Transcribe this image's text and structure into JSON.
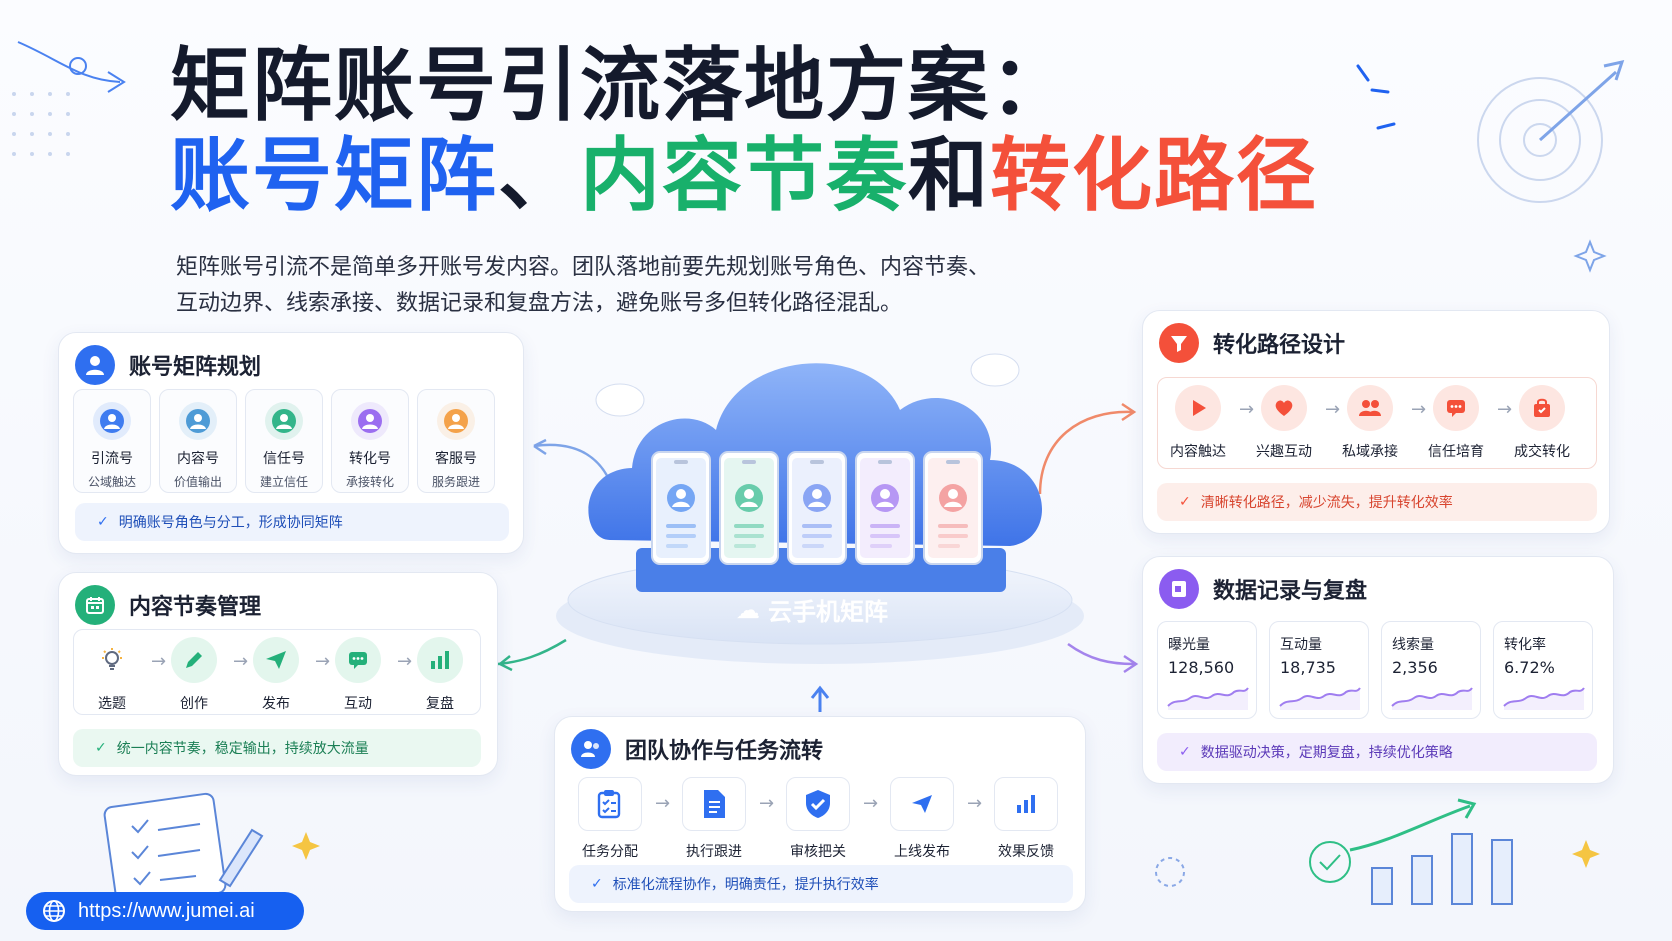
{
  "title": {
    "line1": "矩阵账号引流落地方案：",
    "line2_parts": [
      "账号矩阵",
      "、",
      "内容节奏",
      "和",
      "转化路径"
    ]
  },
  "intro": {
    "line1": "矩阵账号引流不是简单多开账号发内容。团队落地前要先规划账号角色、内容节奏、",
    "line2": "互动边界、线索承接、数据记录和复盘方法，避免账号多但转化路径混乱。"
  },
  "account_matrix": {
    "title": "账号矩阵规划",
    "tiles": [
      {
        "name": "引流号",
        "desc": "公域触达",
        "color": "#3f7cf0"
      },
      {
        "name": "内容号",
        "desc": "价值输出",
        "color": "#4e9bd6"
      },
      {
        "name": "信任号",
        "desc": "建立信任",
        "color": "#33b58a"
      },
      {
        "name": "转化号",
        "desc": "承接转化",
        "color": "#9b6ef0"
      },
      {
        "name": "客服号",
        "desc": "服务跟进",
        "color": "#f4a24a"
      }
    ],
    "note": "明确账号角色与分工，形成协同矩阵"
  },
  "content_rhythm": {
    "title": "内容节奏管理",
    "steps": [
      {
        "label": "选题",
        "icon": "lightbulb-icon"
      },
      {
        "label": "创作",
        "icon": "pencil-icon"
      },
      {
        "label": "发布",
        "icon": "send-icon"
      },
      {
        "label": "互动",
        "icon": "chat-icon"
      },
      {
        "label": "复盘",
        "icon": "bar-chart-icon"
      }
    ],
    "note": "统一内容节奏，稳定输出，持续放大流量"
  },
  "center": {
    "label": "云手机矩阵",
    "phone_colors": [
      "#4f8ef0",
      "#3dbd93",
      "#6a8cf0",
      "#a27af0",
      "#f08a8a"
    ]
  },
  "conversion": {
    "title": "转化路径设计",
    "steps": [
      {
        "label": "内容触达",
        "icon": "play-icon"
      },
      {
        "label": "兴趣互动",
        "icon": "heart-icon"
      },
      {
        "label": "私域承接",
        "icon": "users-icon"
      },
      {
        "label": "信任培育",
        "icon": "chat-icon"
      },
      {
        "label": "成交转化",
        "icon": "bag-icon"
      }
    ],
    "note": "清晰转化路径，减少流失，提升转化效率"
  },
  "data_review": {
    "title": "数据记录与复盘",
    "metrics": [
      {
        "label": "曝光量",
        "value": "128,560"
      },
      {
        "label": "互动量",
        "value": "18,735"
      },
      {
        "label": "线索量",
        "value": "2,356"
      },
      {
        "label": "转化率",
        "value": "6.72%"
      }
    ],
    "note": "数据驱动决策，定期复盘，持续优化策略"
  },
  "team": {
    "title": "团队协作与任务流转",
    "steps": [
      {
        "label": "任务分配",
        "icon": "clipboard-icon"
      },
      {
        "label": "执行跟进",
        "icon": "document-icon"
      },
      {
        "label": "审核把关",
        "icon": "shield-check-icon"
      },
      {
        "label": "上线发布",
        "icon": "send-icon"
      },
      {
        "label": "效果反馈",
        "icon": "bar-chart-icon"
      }
    ],
    "note": "标准化流程协作，明确责任，提升执行效率"
  },
  "footer": {
    "url": "https://www.jumei.ai"
  },
  "colors": {
    "blue": "#1f62f0",
    "green": "#18b06b",
    "red": "#f4503a",
    "purple": "#8b5cf0"
  }
}
